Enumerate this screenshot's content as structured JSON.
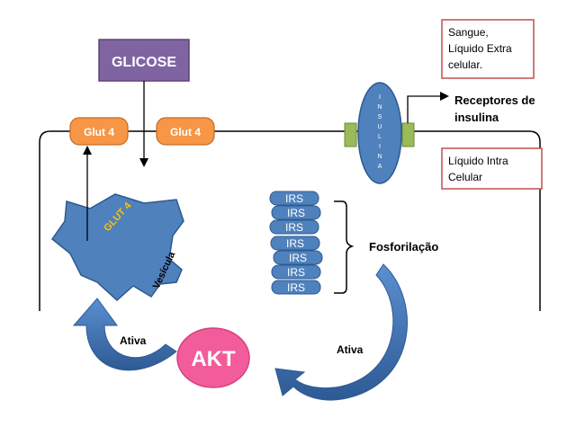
{
  "glicose": {
    "label": "GLICOSE"
  },
  "glut4_left": {
    "label": "Glut 4"
  },
  "glut4_right": {
    "label": "Glut 4"
  },
  "insulina": {
    "letters": [
      "I",
      "N",
      "S",
      "U",
      "L",
      "I",
      "N",
      "A"
    ]
  },
  "receptores": {
    "line1": "Receptores de",
    "line2": "insulina"
  },
  "sangue_box": {
    "line1": "Sangue,",
    "line2": "Líquido Extra",
    "line3": "celular."
  },
  "intra_box": {
    "line1": "Líquido Intra",
    "line2": "Celular"
  },
  "irs": {
    "labels": [
      "IRS",
      "IRS",
      "IRS",
      "IRS",
      "IRS",
      "IRS",
      "IRS"
    ]
  },
  "fosforilacao": {
    "label": "Fosforilação"
  },
  "vesicle": {
    "glut_label": "GLUT 4",
    "vesicula_label": "Vesícula"
  },
  "akt": {
    "label": "AKT"
  },
  "ativa_left": {
    "label": "Ativa"
  },
  "ativa_right": {
    "label": "Ativa"
  },
  "colors": {
    "glicose_fill": "#8064a2",
    "glut_fill": "#f79646",
    "blue_fill": "#4f81bd",
    "receptor_green": "#9bbb59",
    "akt_fill": "#f25c9a",
    "glut_text": "#ffc000",
    "box_border": "#c0504d",
    "arrow_blue": "#3a6aa8"
  }
}
